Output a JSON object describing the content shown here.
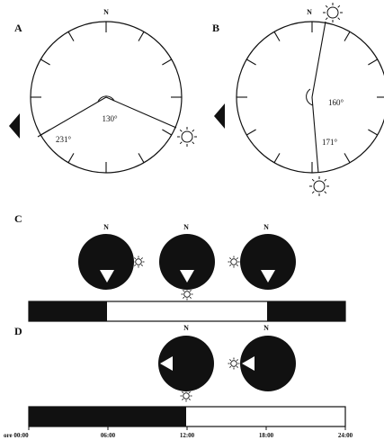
{
  "panels": {
    "A": {
      "letter": "A",
      "north": "N",
      "angle_inner": "130°",
      "angle_outer": "231°"
    },
    "B": {
      "letter": "B",
      "north": "N",
      "angle_inner": "160°",
      "angle_outer": "171°"
    },
    "C": {
      "letter": "C",
      "north": "N"
    },
    "D": {
      "letter": "D",
      "north": "N"
    }
  },
  "timeline": {
    "ticks": [
      "ore 00:00",
      "06:00",
      "12:00",
      "18:00",
      "24:00"
    ]
  },
  "colors": {
    "ink": "#111111",
    "background": "#ffffff"
  },
  "icons": [
    "sun-icon",
    "observer-arrow-icon",
    "bird-direction-icon"
  ]
}
